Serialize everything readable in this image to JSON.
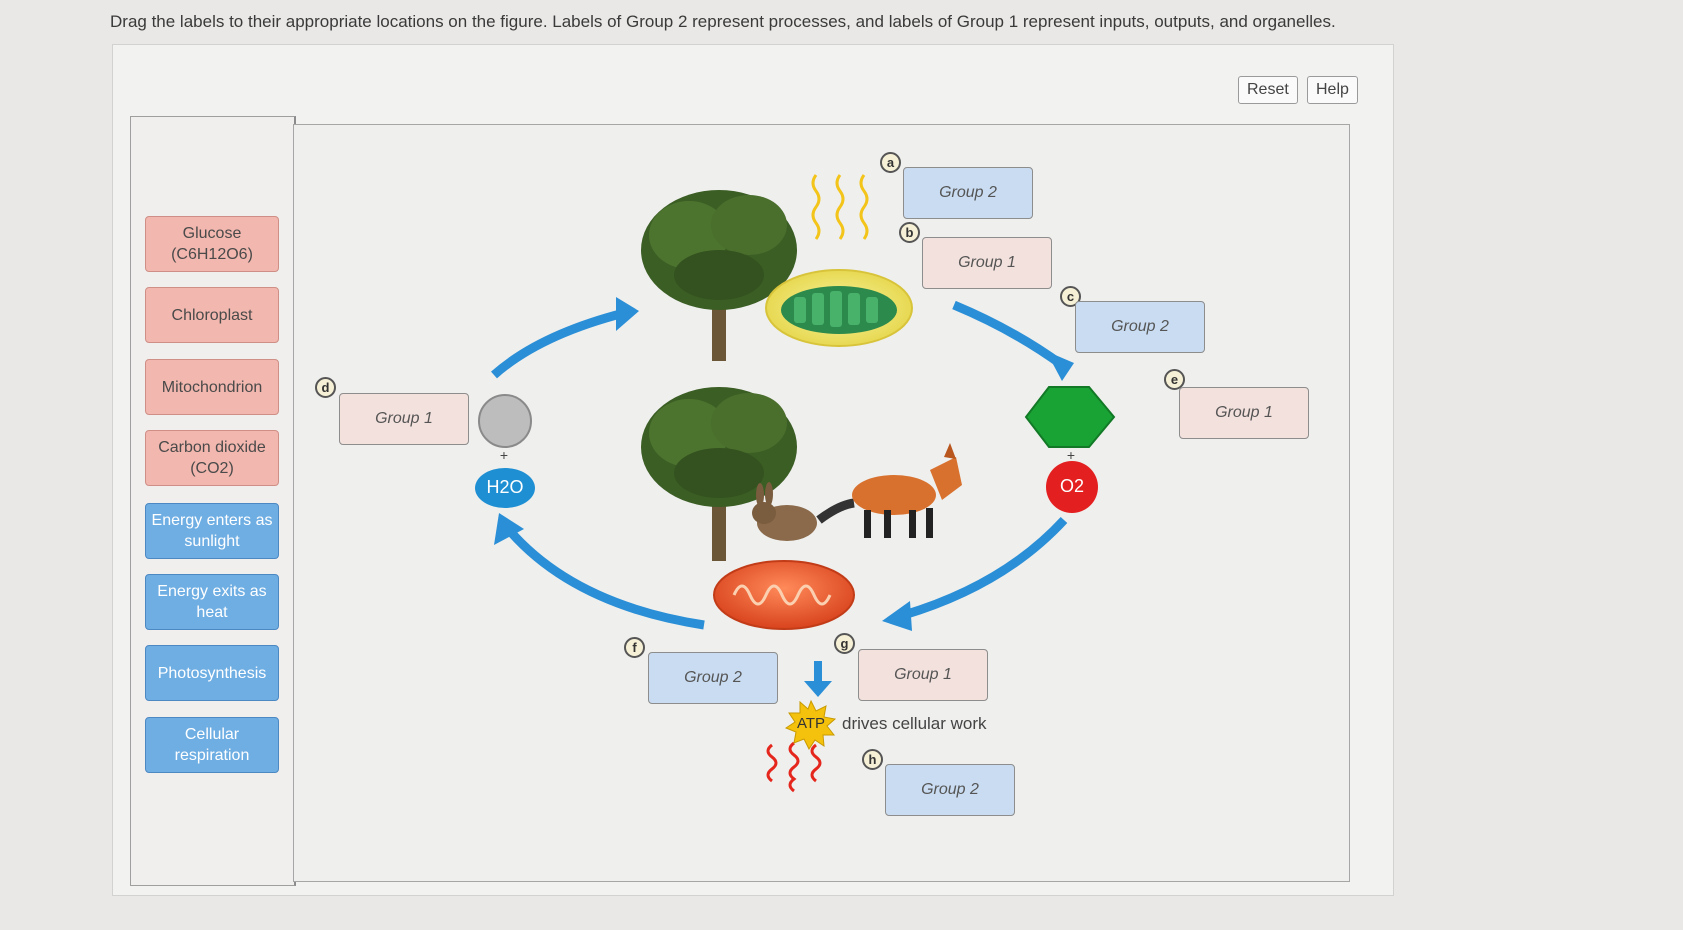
{
  "instructions": "Drag the labels to their appropriate locations on the figure. Labels of Group 2 represent processes, and labels of Group 1 represent inputs, outputs, and organelles.",
  "toolbar": {
    "reset_label": "Reset",
    "help_label": "Help"
  },
  "bank": {
    "glucose": {
      "line1": "Glucose",
      "line2": "(C6H12O6)"
    },
    "chloroplast": "Chloroplast",
    "mitochondrion": "Mitochondrion",
    "carbon_dioxide": {
      "line1": "Carbon dioxide",
      "line2": "(CO2)"
    },
    "energy_enters": "Energy enters as sunlight",
    "energy_exits": "Energy exits as heat",
    "photosynthesis": "Photosynthesis",
    "cellular_respiration": "Cellular respiration"
  },
  "targets": {
    "a": {
      "letter": "a",
      "label": "Group 2"
    },
    "b": {
      "letter": "b",
      "label": "Group 1"
    },
    "c": {
      "letter": "c",
      "label": "Group 2"
    },
    "d": {
      "letter": "d",
      "label": "Group 1"
    },
    "e": {
      "letter": "e",
      "label": "Group 1"
    },
    "f": {
      "letter": "f",
      "label": "Group 2"
    },
    "g": {
      "letter": "g",
      "label": "Group 1"
    },
    "h": {
      "letter": "h",
      "label": "Group 2"
    }
  },
  "figure": {
    "h2o": "H2O",
    "o2": "O2",
    "atp": "ATP",
    "atp_caption": "drives cellular work"
  },
  "colors": {
    "group1_fill": "#f3e1dd",
    "group2_fill": "#c9dcf1",
    "bank_pink": "#f2b7ae",
    "bank_blue": "#6faee3",
    "arrow_blue": "#2a8fd6",
    "o2_red": "#e3201f",
    "h2o_blue": "#1f8fd3",
    "hexagon_green": "#1aa335"
  }
}
